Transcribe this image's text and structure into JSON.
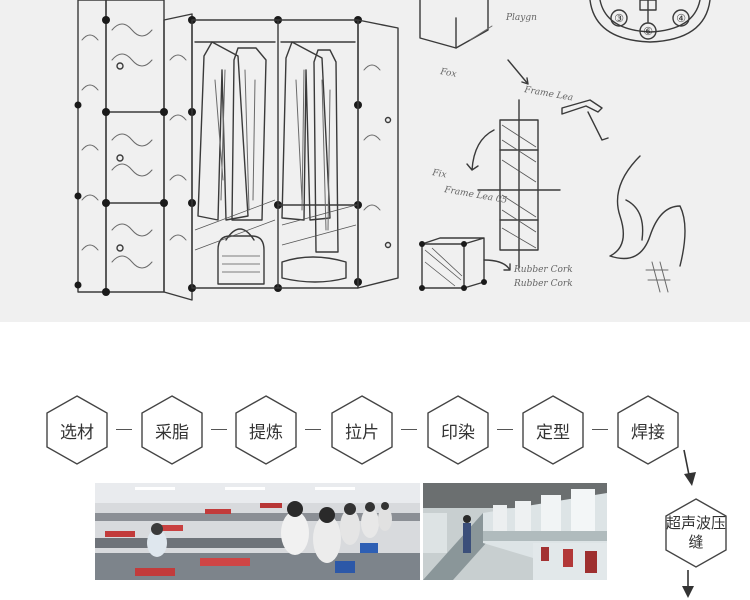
{
  "sketch": {
    "dial_numbers": [
      "③",
      "⑥",
      "④"
    ],
    "notes": [
      "Playgn",
      "Fox",
      "Frame Lea",
      "Fix",
      "Frame Lea 05",
      "Rubber Cork"
    ]
  },
  "process": {
    "steps": [
      "选材",
      "采脂",
      "提炼",
      "拉片",
      "印染",
      "定型",
      "焊接"
    ],
    "separator": "—",
    "next_step": "超声波压缝"
  },
  "colors": {
    "sketch_bg": "#f0f0f0",
    "hex_stroke": "#444444",
    "text": "#333333"
  },
  "icons": [
    "down-arrow-icon",
    "down-arrow-icon"
  ]
}
